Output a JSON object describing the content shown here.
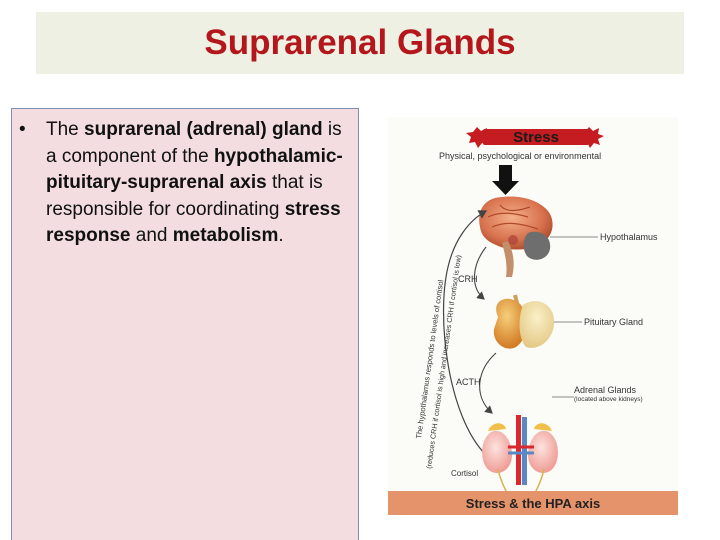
{
  "title": "Suprarenal Glands",
  "bullet": {
    "symbol": "•",
    "t1": "The ",
    "b1": "suprarenal (adrenal) gland",
    "t2": " is a component of the ",
    "b2": "hypothalamic-pituitary-suprarenal  axis",
    "t3": " that is responsible for coordinating ",
    "b3": "stress response",
    "t4": " and ",
    "b4": "metabolism",
    "t5": "."
  },
  "figure": {
    "stress_label": "Stress",
    "stress_sub": "Physical, psychological or environmental",
    "hypothalamus": "Hypothalamus",
    "crh": "CRH",
    "pituitary": "Pituitary Gland",
    "acth": "ACTH",
    "adrenal": "Adrenal Glands",
    "adrenal_sub": "(located above kidneys)",
    "cortisol": "Cortisol",
    "vertical_line1": "The hypothalamus responds to levels of cortisol",
    "vertical_line2": "(reduces CRH if cortisol is high and increases CRH if cortisol is low)",
    "caption": "Stress & the HPA axis"
  },
  "colors": {
    "title": "#b3161b",
    "title_bg": "#eef0e4",
    "panel_bg": "#f3dde1",
    "panel_border": "#7b8fb5",
    "caption_bg": "#e4936b",
    "stress_star": "#c41c20"
  }
}
